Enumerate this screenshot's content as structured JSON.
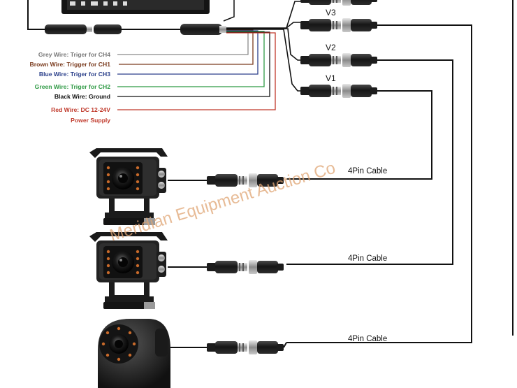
{
  "wire_labels": [
    {
      "text": "Grey Wire: Triger for CH4",
      "color": "#777777"
    },
    {
      "text": "Brown Wire: Trigger for CH1",
      "color": "#7a3b1e"
    },
    {
      "text": "Blue Wire: Triger for CH3",
      "color": "#2a3f8a"
    },
    {
      "text": "Green Wire: Triger for CH2",
      "color": "#2f9a45"
    },
    {
      "text": "Black Wire: Ground",
      "color": "#111111"
    },
    {
      "text": "Red Wire: DC 12-24V",
      "color": "#c0392b"
    },
    {
      "text": "Power Supply",
      "color": "#c0392b"
    }
  ],
  "video_inputs": [
    "V3",
    "V2",
    "V1"
  ],
  "cables": [
    "4Pin Cable",
    "4Pin Cable",
    "4Pin Cable"
  ],
  "watermark": "Meridian Equipment Auction Co",
  "icons": [
    "monitor",
    "bracket-camera",
    "bracket-camera",
    "dome-camera",
    "aviation-connector"
  ]
}
